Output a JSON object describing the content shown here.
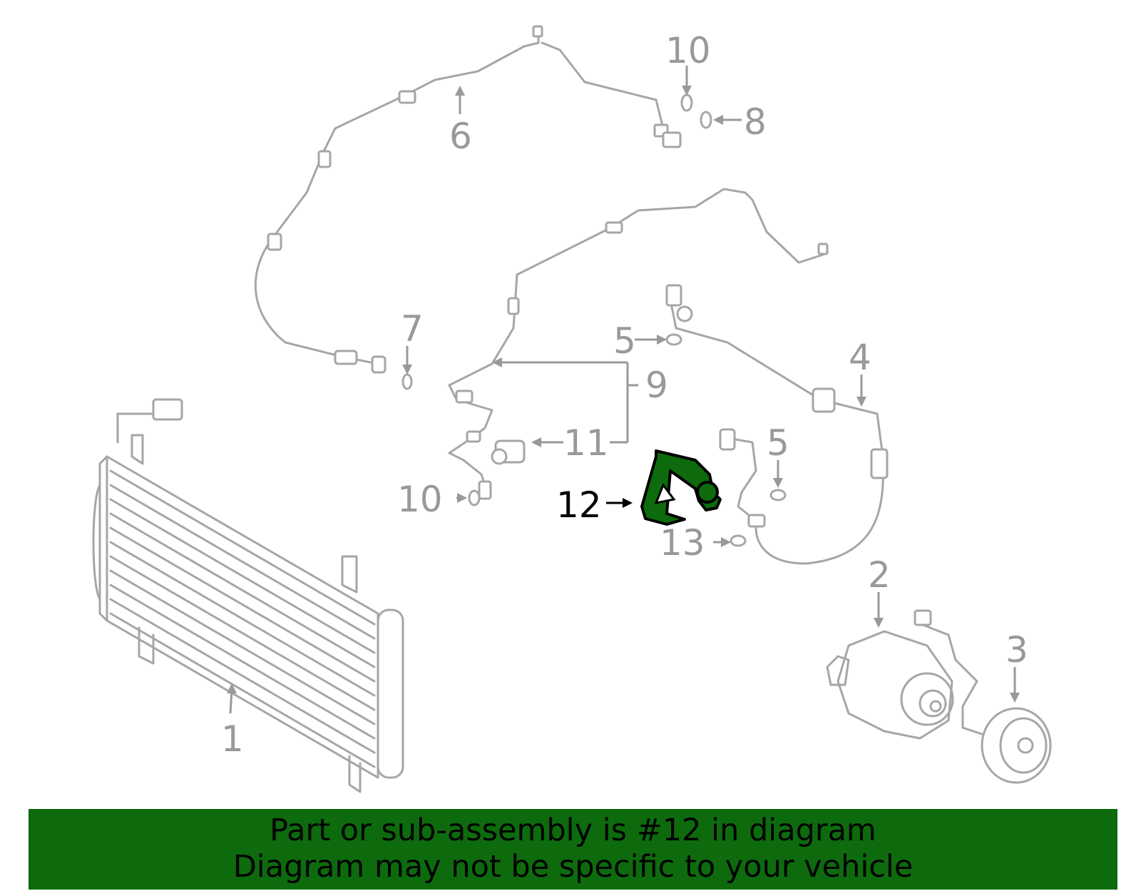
{
  "callouts": {
    "c1": "1",
    "c2": "2",
    "c3": "3",
    "c4": "4",
    "c5a": "5",
    "c5b": "5",
    "c6": "6",
    "c7": "7",
    "c8": "8",
    "c9": "9",
    "c10a": "10",
    "c10b": "10",
    "c11": "11",
    "c12": "12",
    "c13": "13"
  },
  "highlight": {
    "part_number": "12",
    "color": "#0d6b0d"
  },
  "colors": {
    "line_art": "#a6a6a6",
    "callout_text": "#999999",
    "highlight_fill": "#0d6b0d",
    "banner_bg": "#0d6b0d"
  },
  "banner": {
    "line1": "Part or sub-assembly is #12 in diagram",
    "line2": "Diagram may not be specific to your vehicle"
  }
}
